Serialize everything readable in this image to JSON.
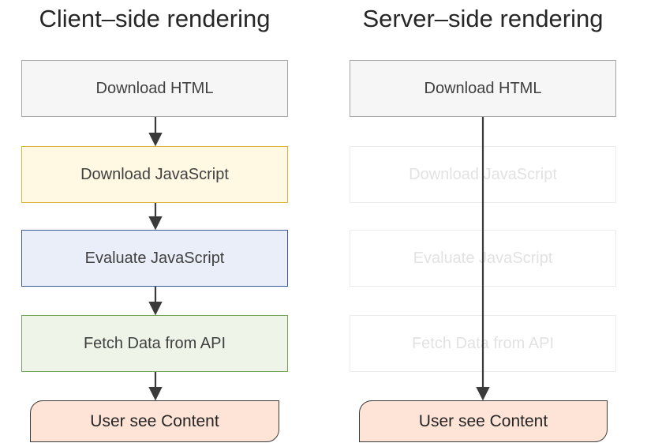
{
  "client_side": {
    "title": "Client–side rendering",
    "steps": [
      "Download HTML",
      "Download JavaScript",
      "Evaluate JavaScript",
      "Fetch Data from API"
    ],
    "result": "User see Content"
  },
  "server_side": {
    "title": "Server–side rendering",
    "steps": [
      "Download HTML",
      "Download JavaScript",
      "Evaluate JavaScript",
      "Fetch Data from API"
    ],
    "result": "User see Content"
  },
  "colors": {
    "gray_fill": "#f6f6f6",
    "yellow_fill": "#fff8e3",
    "blue_fill": "#e9eef9",
    "green_fill": "#eef5e8",
    "content_fill": "#fde4d6",
    "arrow": "#3a3a3a"
  }
}
